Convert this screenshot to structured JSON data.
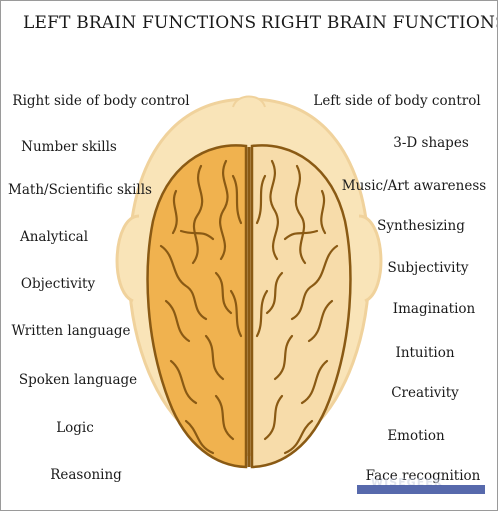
{
  "titles": {
    "left": "LEFT BRAIN FUNCTIONS",
    "right": "RIGHT BRAIN FUNCTIONS"
  },
  "left_functions": [
    "Right side of body control",
    "Number skills",
    "Math/Scientific skills",
    "Analytical",
    "Objectivity",
    "Written language",
    "Spoken language",
    "Logic",
    "Reasoning"
  ],
  "right_functions": [
    "Left side of body control",
    "3-D shapes",
    "Music/Art awareness",
    "Synthesizing",
    "Subjectivity",
    "Imagination",
    "Intuition",
    "Creativity",
    "Emotion",
    "Face recognition"
  ],
  "watermark": "WISEGEEK",
  "colors": {
    "head": "#f9e4b8",
    "head_outline": "#f0d29c",
    "left_hemisphere": "#f0b24f",
    "right_hemisphere": "#f7dcaa",
    "fissure": "#8a5a14"
  }
}
